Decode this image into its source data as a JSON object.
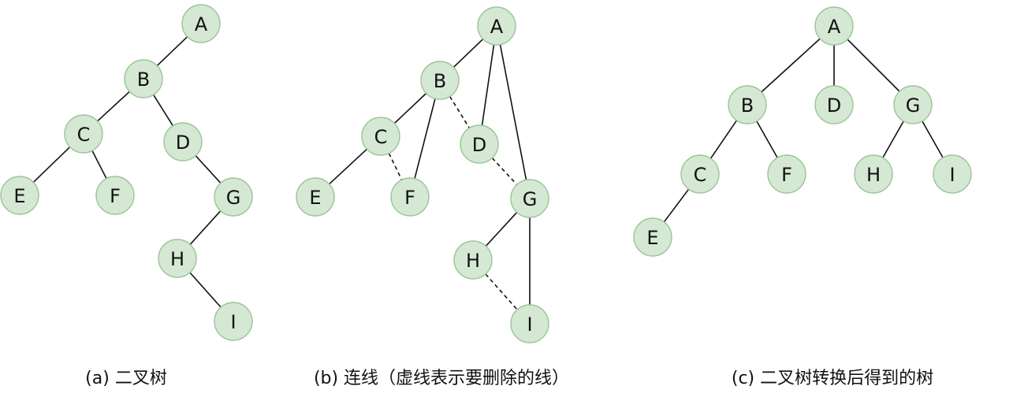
{
  "colors": {
    "node_fill": "#d5e8d4",
    "node_stroke": "#9bc497",
    "edge": "#111111",
    "background": "#ffffff"
  },
  "diagrams": [
    {
      "id": "a",
      "caption": "(a) 二叉树",
      "nodes": [
        "A",
        "B",
        "C",
        "D",
        "E",
        "F",
        "G",
        "H",
        "I"
      ],
      "edges": [
        {
          "from": "A",
          "to": "B",
          "style": "solid"
        },
        {
          "from": "B",
          "to": "C",
          "style": "solid"
        },
        {
          "from": "B",
          "to": "D",
          "style": "solid"
        },
        {
          "from": "C",
          "to": "E",
          "style": "solid"
        },
        {
          "from": "C",
          "to": "F",
          "style": "solid"
        },
        {
          "from": "D",
          "to": "G",
          "style": "solid"
        },
        {
          "from": "G",
          "to": "H",
          "style": "solid"
        },
        {
          "from": "H",
          "to": "I",
          "style": "solid"
        }
      ]
    },
    {
      "id": "b",
      "caption": "(b) 连线（虚线表示要删除的线）",
      "nodes": [
        "A",
        "B",
        "C",
        "D",
        "E",
        "F",
        "G",
        "H",
        "I"
      ],
      "edges": [
        {
          "from": "A",
          "to": "B",
          "style": "solid"
        },
        {
          "from": "A",
          "to": "D",
          "style": "solid"
        },
        {
          "from": "A",
          "to": "G",
          "style": "solid"
        },
        {
          "from": "B",
          "to": "C",
          "style": "solid"
        },
        {
          "from": "B",
          "to": "F",
          "style": "solid"
        },
        {
          "from": "B",
          "to": "D",
          "style": "dashed"
        },
        {
          "from": "C",
          "to": "E",
          "style": "solid"
        },
        {
          "from": "C",
          "to": "F",
          "style": "dashed"
        },
        {
          "from": "D",
          "to": "G",
          "style": "dashed"
        },
        {
          "from": "G",
          "to": "H",
          "style": "solid"
        },
        {
          "from": "G",
          "to": "I",
          "style": "solid"
        },
        {
          "from": "H",
          "to": "I",
          "style": "dashed"
        }
      ]
    },
    {
      "id": "c",
      "caption": "(c) 二叉树转换后得到的树",
      "nodes": [
        "A",
        "B",
        "C",
        "D",
        "E",
        "F",
        "G",
        "H",
        "I"
      ],
      "edges": [
        {
          "from": "A",
          "to": "B",
          "style": "solid"
        },
        {
          "from": "A",
          "to": "D",
          "style": "solid"
        },
        {
          "from": "A",
          "to": "G",
          "style": "solid"
        },
        {
          "from": "B",
          "to": "C",
          "style": "solid"
        },
        {
          "from": "B",
          "to": "F",
          "style": "solid"
        },
        {
          "from": "C",
          "to": "E",
          "style": "solid"
        },
        {
          "from": "G",
          "to": "H",
          "style": "solid"
        },
        {
          "from": "G",
          "to": "I",
          "style": "solid"
        }
      ]
    }
  ]
}
